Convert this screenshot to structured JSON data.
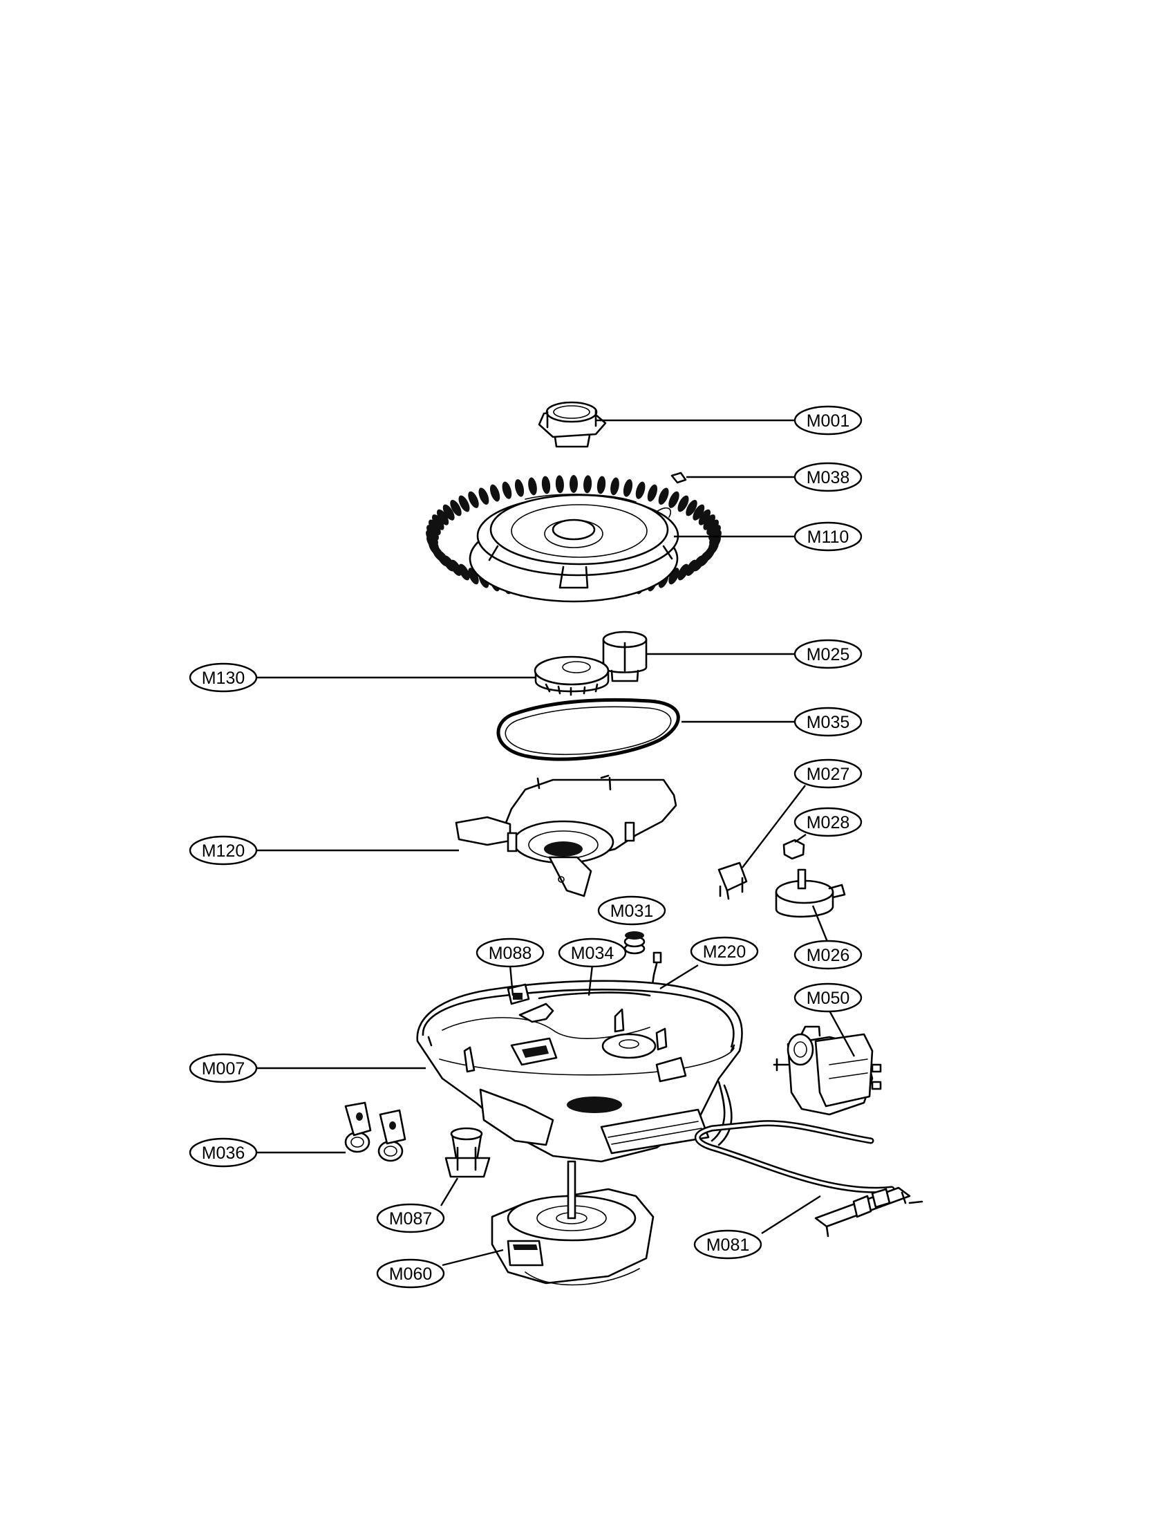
{
  "callouts": {
    "m001": "M001",
    "m038": "M038",
    "m110": "M110",
    "m025": "M025",
    "m130": "M130",
    "m035": "M035",
    "m027": "M027",
    "m028": "M028",
    "m120": "M120",
    "m031": "M031",
    "m026": "M026",
    "m088": "M088",
    "m034": "M034",
    "m220": "M220",
    "m050": "M050",
    "m007": "M007",
    "m036": "M036",
    "m087": "M087",
    "m081": "M081",
    "m060": "M060"
  }
}
